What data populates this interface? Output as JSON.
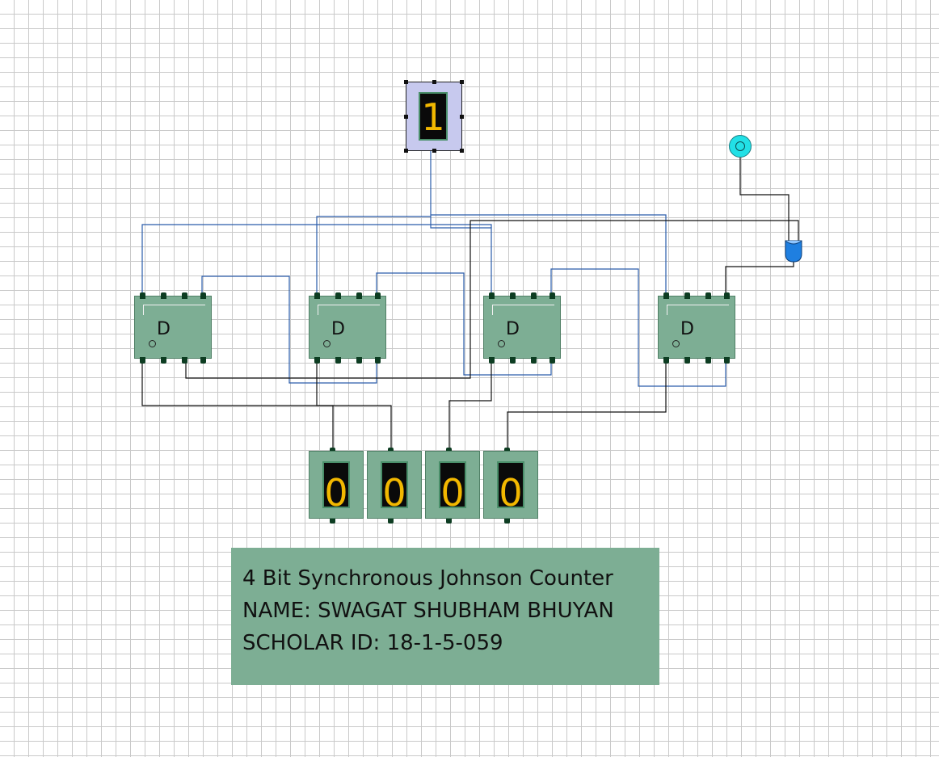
{
  "input_display": {
    "value": "1"
  },
  "flip_flops": [
    {
      "id": "ff1",
      "label": "D"
    },
    {
      "id": "ff2",
      "label": "D"
    },
    {
      "id": "ff3",
      "label": "D"
    },
    {
      "id": "ff4",
      "label": "D"
    }
  ],
  "output_displays": [
    {
      "id": "q0",
      "value": "0"
    },
    {
      "id": "q1",
      "value": "0"
    },
    {
      "id": "q2",
      "value": "0"
    },
    {
      "id": "q3",
      "value": "0"
    }
  ],
  "label_box": {
    "line1": "4 Bit Synchronous Johnson Counter",
    "line2": "NAME: SWAGAT SHUBHAM BHUYAN",
    "line3": "SCHOLAR ID: 18-1-5-059"
  },
  "colors": {
    "component_fill": "#7dae94",
    "digit": "#f2b800",
    "wire_blue": "#2a5caa",
    "wire_black": "#111111",
    "led": "#22e0e6",
    "gate": "#1f7fe0",
    "selected_fill": "#c7c9ee"
  }
}
